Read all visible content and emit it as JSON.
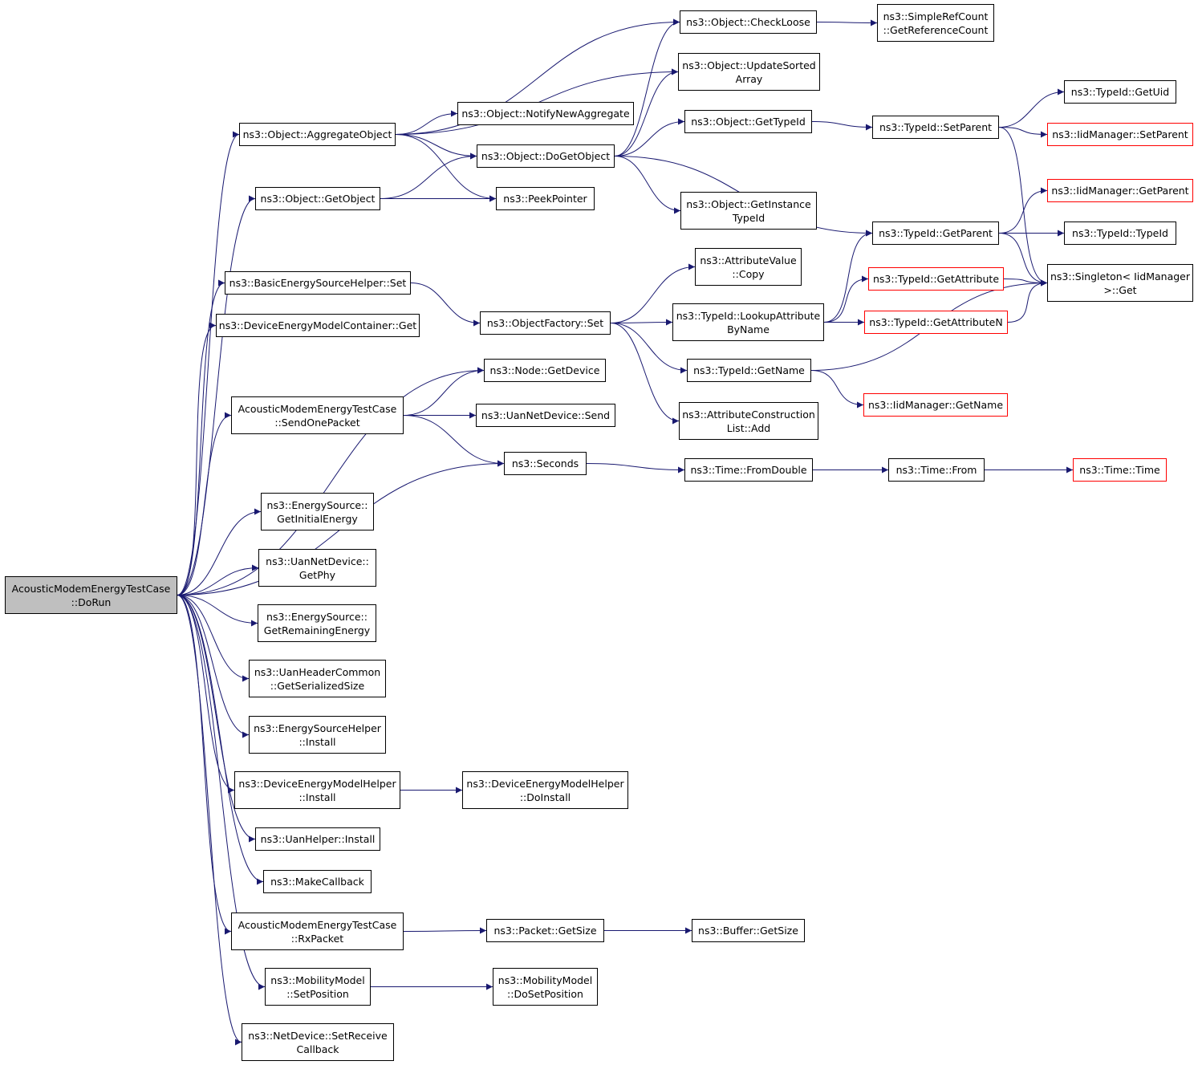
{
  "colors": {
    "edge": "#191970",
    "node_border": "#000000",
    "truncated_border": "#ff0000",
    "root_fill": "#bfbfbf",
    "node_fill": "#ffffff"
  },
  "nodes": {
    "root": {
      "lines": [
        "AcousticModemEnergyTestCase",
        "::DoRun"
      ],
      "root": true
    },
    "aggregate": {
      "lines": [
        "ns3::Object::AggregateObject"
      ]
    },
    "getobject": {
      "lines": [
        "ns3::Object::GetObject"
      ]
    },
    "besh_set": {
      "lines": [
        "ns3::BasicEnergySourceHelper::Set"
      ]
    },
    "demc_get": {
      "lines": [
        "ns3::DeviceEnergyModelContainer::Get"
      ]
    },
    "sendonepacket": {
      "lines": [
        "AcousticModemEnergyTestCase",
        "::SendOnePacket"
      ]
    },
    "getinitialenergy": {
      "lines": [
        "ns3::EnergySource::",
        "GetInitialEnergy"
      ]
    },
    "getphy": {
      "lines": [
        "ns3::UanNetDevice::",
        "GetPhy"
      ]
    },
    "getremaining": {
      "lines": [
        "ns3::EnergySource::",
        "GetRemainingEnergy"
      ]
    },
    "serializedsize": {
      "lines": [
        "ns3::UanHeaderCommon",
        "::GetSerializedSize"
      ]
    },
    "esh_install": {
      "lines": [
        "ns3::EnergySourceHelper",
        "::Install"
      ]
    },
    "demh_install": {
      "lines": [
        "ns3::DeviceEnergyModelHelper",
        "::Install"
      ]
    },
    "uanhelper_install": {
      "lines": [
        "ns3::UanHelper::Install"
      ]
    },
    "makecallback": {
      "lines": [
        "ns3::MakeCallback"
      ]
    },
    "rxpacket": {
      "lines": [
        "AcousticModemEnergyTestCase",
        "::RxPacket"
      ]
    },
    "setposition": {
      "lines": [
        "ns3::MobilityModel",
        "::SetPosition"
      ]
    },
    "setreceivecb": {
      "lines": [
        "ns3::NetDevice::SetReceive",
        "Callback"
      ]
    },
    "notifynewagg": {
      "lines": [
        "ns3::Object::NotifyNewAggregate"
      ]
    },
    "dogetobject": {
      "lines": [
        "ns3::Object::DoGetObject"
      ]
    },
    "peekpointer": {
      "lines": [
        "ns3::PeekPointer"
      ]
    },
    "objfactory_set": {
      "lines": [
        "ns3::ObjectFactory::Set"
      ]
    },
    "node_getdevice": {
      "lines": [
        "ns3::Node::GetDevice"
      ]
    },
    "uan_send": {
      "lines": [
        "ns3::UanNetDevice::Send"
      ]
    },
    "seconds": {
      "lines": [
        "ns3::Seconds"
      ]
    },
    "demh_doinstall": {
      "lines": [
        "ns3::DeviceEnergyModelHelper",
        "::DoInstall"
      ]
    },
    "packet_getsize": {
      "lines": [
        "ns3::Packet::GetSize"
      ]
    },
    "mm_dosetposition": {
      "lines": [
        "ns3::MobilityModel",
        "::DoSetPosition"
      ]
    },
    "checkloose": {
      "lines": [
        "ns3::Object::CheckLoose"
      ]
    },
    "updatesorted": {
      "lines": [
        "ns3::Object::UpdateSorted",
        "Array"
      ]
    },
    "obj_gettypeid": {
      "lines": [
        "ns3::Object::GetTypeId"
      ]
    },
    "getinstancetypeid": {
      "lines": [
        "ns3::Object::GetInstance",
        "TypeId"
      ]
    },
    "attrvalue_copy": {
      "lines": [
        "ns3::AttributeValue",
        "::Copy"
      ]
    },
    "lookupattr": {
      "lines": [
        "ns3::TypeId::LookupAttribute",
        "ByName"
      ]
    },
    "typeid_getname": {
      "lines": [
        "ns3::TypeId::GetName"
      ]
    },
    "attrconstr_add": {
      "lines": [
        "ns3::AttributeConstruction",
        "List::Add"
      ]
    },
    "time_fromdouble": {
      "lines": [
        "ns3::Time::FromDouble"
      ]
    },
    "buffer_getsize": {
      "lines": [
        "ns3::Buffer::GetSize"
      ]
    },
    "refcount": {
      "lines": [
        "ns3::SimpleRefCount",
        "::GetReferenceCount"
      ]
    },
    "typeid_setparent": {
      "lines": [
        "ns3::TypeId::SetParent"
      ]
    },
    "typeid_getparent": {
      "lines": [
        "ns3::TypeId::GetParent"
      ]
    },
    "typeid_getattribute": {
      "lines": [
        "ns3::TypeId::GetAttribute"
      ],
      "truncated": true
    },
    "typeid_getattributen": {
      "lines": [
        "ns3::TypeId::GetAttributeN"
      ],
      "truncated": true
    },
    "iid_getname": {
      "lines": [
        "ns3::IidManager::GetName"
      ],
      "truncated": true
    },
    "time_from": {
      "lines": [
        "ns3::Time::From"
      ]
    },
    "typeid_getuid": {
      "lines": [
        "ns3::TypeId::GetUid"
      ]
    },
    "iid_setparent": {
      "lines": [
        "ns3::IidManager::SetParent"
      ],
      "truncated": true
    },
    "iid_getparent": {
      "lines": [
        "ns3::IidManager::GetParent"
      ],
      "truncated": true
    },
    "typeid_typeid": {
      "lines": [
        "ns3::TypeId::TypeId"
      ]
    },
    "singleton_get": {
      "lines": [
        "ns3::Singleton< IidManager",
        " >::Get"
      ]
    },
    "time_time": {
      "lines": [
        "ns3::Time::Time"
      ],
      "truncated": true
    }
  },
  "edges": [
    [
      "root",
      "aggregate"
    ],
    [
      "root",
      "getobject"
    ],
    [
      "root",
      "besh_set"
    ],
    [
      "root",
      "demc_get"
    ],
    [
      "root",
      "node_getdevice"
    ],
    [
      "root",
      "sendonepacket"
    ],
    [
      "root",
      "seconds"
    ],
    [
      "root",
      "getinitialenergy"
    ],
    [
      "root",
      "getphy"
    ],
    [
      "root",
      "getremaining"
    ],
    [
      "root",
      "serializedsize"
    ],
    [
      "root",
      "esh_install"
    ],
    [
      "root",
      "demh_install"
    ],
    [
      "root",
      "uanhelper_install"
    ],
    [
      "root",
      "makecallback"
    ],
    [
      "root",
      "rxpacket"
    ],
    [
      "root",
      "setposition"
    ],
    [
      "root",
      "setreceivecb"
    ],
    [
      "aggregate",
      "checkloose"
    ],
    [
      "aggregate",
      "updatesorted"
    ],
    [
      "aggregate",
      "notifynewagg"
    ],
    [
      "aggregate",
      "dogetobject"
    ],
    [
      "aggregate",
      "peekpointer"
    ],
    [
      "getobject",
      "dogetobject"
    ],
    [
      "getobject",
      "peekpointer"
    ],
    [
      "dogetobject",
      "checkloose"
    ],
    [
      "dogetobject",
      "updatesorted"
    ],
    [
      "dogetobject",
      "obj_gettypeid"
    ],
    [
      "dogetobject",
      "getinstancetypeid"
    ],
    [
      "dogetobject",
      "typeid_getparent"
    ],
    [
      "besh_set",
      "objfactory_set"
    ],
    [
      "objfactory_set",
      "attrvalue_copy"
    ],
    [
      "objfactory_set",
      "lookupattr"
    ],
    [
      "objfactory_set",
      "typeid_getname"
    ],
    [
      "objfactory_set",
      "attrconstr_add"
    ],
    [
      "sendonepacket",
      "node_getdevice"
    ],
    [
      "sendonepacket",
      "uan_send"
    ],
    [
      "sendonepacket",
      "seconds"
    ],
    [
      "seconds",
      "time_fromdouble"
    ],
    [
      "time_fromdouble",
      "time_from"
    ],
    [
      "time_from",
      "time_time"
    ],
    [
      "checkloose",
      "refcount"
    ],
    [
      "obj_gettypeid",
      "typeid_setparent"
    ],
    [
      "typeid_setparent",
      "typeid_getuid"
    ],
    [
      "typeid_setparent",
      "iid_setparent"
    ],
    [
      "typeid_setparent",
      "singleton_get"
    ],
    [
      "typeid_getparent",
      "iid_getparent"
    ],
    [
      "typeid_getparent",
      "typeid_typeid"
    ],
    [
      "typeid_getparent",
      "singleton_get"
    ],
    [
      "lookupattr",
      "typeid_getparent"
    ],
    [
      "lookupattr",
      "typeid_getattribute"
    ],
    [
      "lookupattr",
      "typeid_getattributen"
    ],
    [
      "typeid_getattribute",
      "singleton_get"
    ],
    [
      "typeid_getattributen",
      "singleton_get"
    ],
    [
      "typeid_getname",
      "singleton_get"
    ],
    [
      "typeid_getname",
      "iid_getname"
    ],
    [
      "demh_install",
      "demh_doinstall"
    ],
    [
      "rxpacket",
      "packet_getsize"
    ],
    [
      "packet_getsize",
      "buffer_getsize"
    ],
    [
      "setposition",
      "mm_dosetposition"
    ]
  ]
}
